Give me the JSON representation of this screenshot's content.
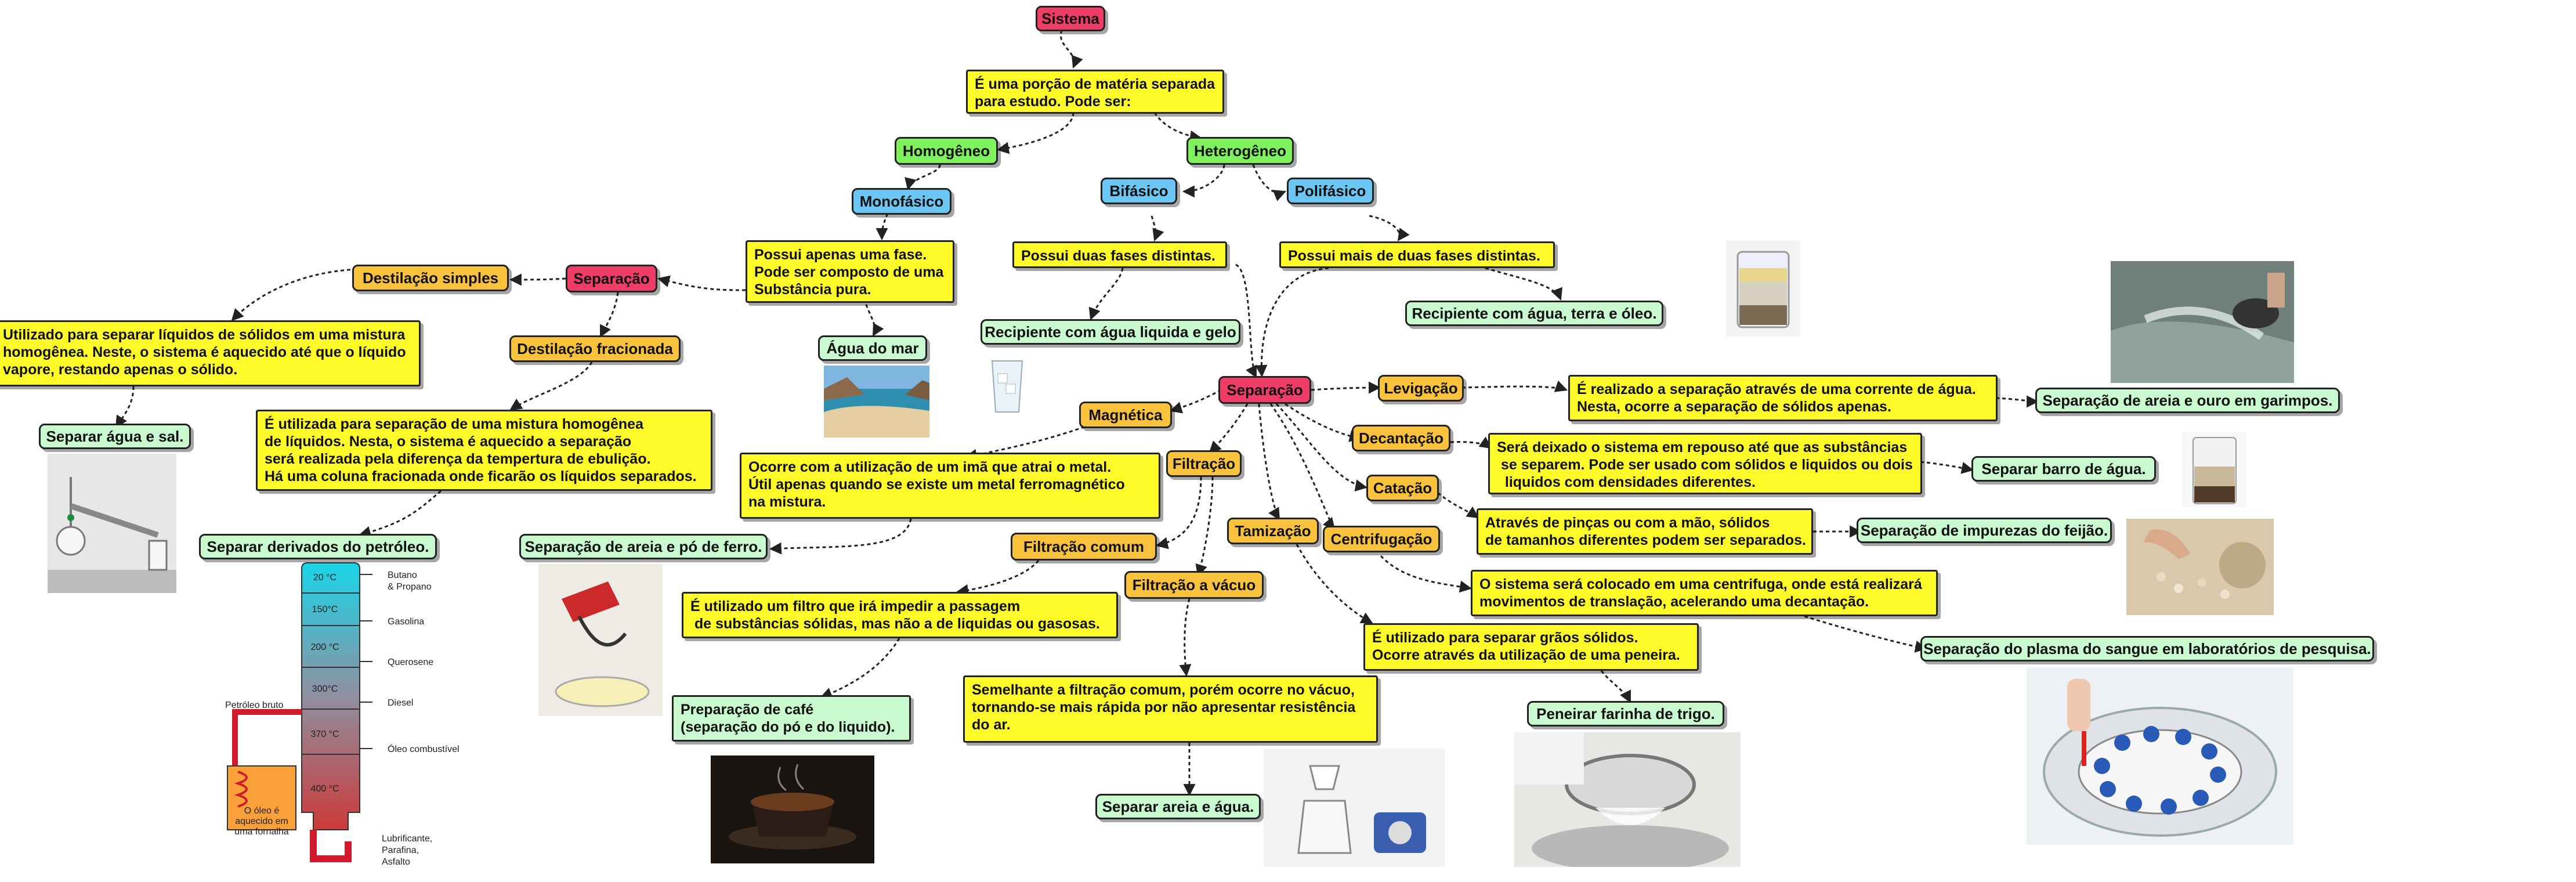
{
  "nodes": {
    "sistema": "Sistema",
    "porcao": "É uma porção de matéria separada\npara estudo. Pode ser:",
    "homogeneo": "Homogêneo",
    "heterogeneo": "Heterogêneo",
    "monofasico": "Monofásico",
    "bifasico": "Bifásico",
    "polifasico": "Polifásico",
    "apenas_uma_fase": "Possui apenas uma fase.\nPode ser composto de uma\nSubstância pura.",
    "duas_fases": "Possui duas fases distintas.",
    "mais_duas_fases": "Possui mais de duas fases distintas.",
    "agua_do_mar": "Água do mar",
    "recipiente_gelo": "Recipiente com água liquida e gelo",
    "recipiente_oleo": "Recipiente com água, terra e óleo.",
    "separacao_left": "Separação",
    "destilacao_simples": "Destilação simples",
    "destilacao_fracionada": "Destilação fracionada",
    "desc_dest_simples": "Utilizado para separar líquidos de sólidos em uma mistura\nhomogênea. Neste, o sistema é aquecido até que o líquido\nvapore, restando apenas o sólido.",
    "separar_agua_sal": "Separar água e sal.",
    "desc_dest_frac": "É utilizada para separação de uma mistura homogênea\nde líquidos. Nesta, o sistema é aquecido a separação\nserá realizada pela diferença da tempertura de ebulição.\nHá uma coluna fracionada onde ficarão os líquidos separados.",
    "separar_petroleo": "Separar derivados do petróleo.",
    "separacao_center": "Separação",
    "magnetica": "Magnética",
    "desc_magnetica": "Ocorre com a utilização de um imã que atrai o metal.\nÚtil apenas quando se existe um metal ferromagnético\nna mistura.",
    "sep_areia_ferro": "Separação de areia e pó de ferro.",
    "filtracao": "Filtração",
    "filtracao_comum": "Filtração comum",
    "filtracao_vacuo": "Filtração a vácuo",
    "desc_filtro": "É utilizado um filtro que irá impedir a passagem\n de substâncias sólidas, mas não a de liquidas ou gasosas.",
    "preparo_cafe": "Preparação de café\n(separação do pó e do liquido).",
    "desc_vacuo": "Semelhante a filtração comum, porém ocorre no vácuo,\ntornando-se mais rápida por não apresentar resistência\ndo ar.",
    "separar_areia_agua": "Separar areia e água.",
    "tamizacao": "Tamização",
    "desc_tamizacao": "É utilizado para separar grãos sólidos.\nOcorre através da utilização de uma peneira.",
    "peneirar_farinha": "Peneirar farinha de trigo.",
    "centrifugacao": "Centrifugação",
    "desc_centrifugacao": "O sistema será colocado em uma centrifuga, onde está realizará\nmovimentos de translação, acelerando uma decantação.",
    "sep_plasma": "Separação do plasma do sangue em laboratórios de pesquisa.",
    "catacao": "Catação",
    "desc_catacao": "Através de pinças ou com a mão, sólidos\nde tamanhos diferentes podem ser separados.",
    "sep_feijao": "Separação de impurezas do feijão.",
    "decantacao": "Decantação",
    "desc_decantacao": "Será deixado o sistema em repouso até que as substâncias\n se separem. Pode ser usado com sólidos e liquidos ou dois\n  liquidos com densidades diferentes.",
    "separar_barro": "Separar barro de água.",
    "levigacao": "Levigação",
    "desc_levigacao": "É realizado a separação através de uma corrente de água.\nNesta, ocorre a separação de sólidos apenas.",
    "sep_ouro": "Separação de areia e ouro em garimpos."
  },
  "column_labels": {
    "butano": "Butano\n& Propano",
    "gasolina": "Gasolina",
    "querosene": "Querosene",
    "diesel": "Diesel",
    "oleo_combustivel": "Óleo combustível",
    "lubrificante": "Lubrificante,\nParafina,\nAsfalto",
    "petroleo_bruto": "Petróleo bruto",
    "fornalha": "O óleo é\naquecido em\numa fornalha",
    "t20": "20 °C",
    "t150": "150°C",
    "t200": "200 °C",
    "t300": "300°C",
    "t370": "370 °C",
    "t400": "400 °C"
  },
  "colors": {
    "root": "#ee3e67",
    "category": "#7ef15d",
    "subtype": "#6bc6f4",
    "method": "#f9c23d",
    "description": "#fefa2a",
    "example": "#c9f9cf"
  }
}
